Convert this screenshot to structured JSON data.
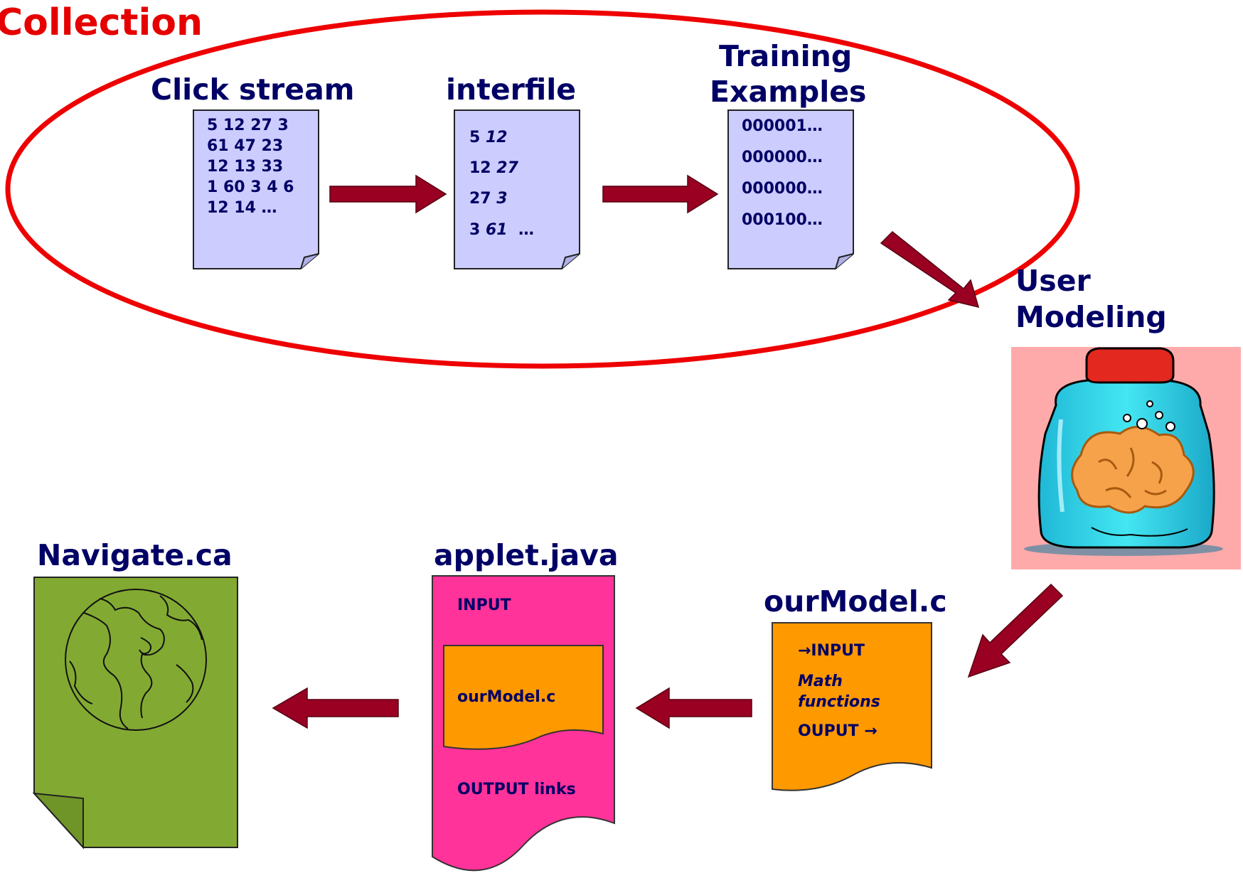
{
  "title": "Collection",
  "colors": {
    "ellipse": "#ee0000",
    "doc_fill": "#ccccff",
    "arrow": "#990022",
    "globe_doc": "#82aa32",
    "applet_doc": "#ff3399",
    "model_doc": "#ff9900",
    "label": "#000066",
    "jar_bg": "#ffaaaa"
  },
  "click_stream": {
    "label": "Click stream",
    "lines": [
      "5 12 27 3",
      "61 47 23",
      "12 13 33",
      "1 60 3 4 6",
      "12 14 …"
    ]
  },
  "interfile": {
    "label": "interfile",
    "rows": [
      {
        "a": "5",
        "b": "12"
      },
      {
        "a": "12",
        "b": "27"
      },
      {
        "a": "27",
        "b": "3"
      },
      {
        "a": "3",
        "b": "61",
        "c": "…"
      }
    ]
  },
  "training": {
    "label_line1": "Training",
    "label_line2": "Examples",
    "rows": [
      "000001…",
      "000000…",
      "000000…",
      "000100…"
    ]
  },
  "user_modeling": {
    "label_line1": "User",
    "label_line2": "Modeling",
    "icon": "brain-in-jar-icon"
  },
  "our_model": {
    "label": "ourModel.c",
    "input": "→INPUT",
    "math_line1": "Math",
    "math_line2": "functions",
    "output": "OUPUT →"
  },
  "applet": {
    "label": "applet.java",
    "input": "INPUT",
    "inner": "ourModel.c",
    "output": "OUTPUT links"
  },
  "navigate": {
    "label": "Navigate.ca",
    "icon": "globe-icon"
  }
}
